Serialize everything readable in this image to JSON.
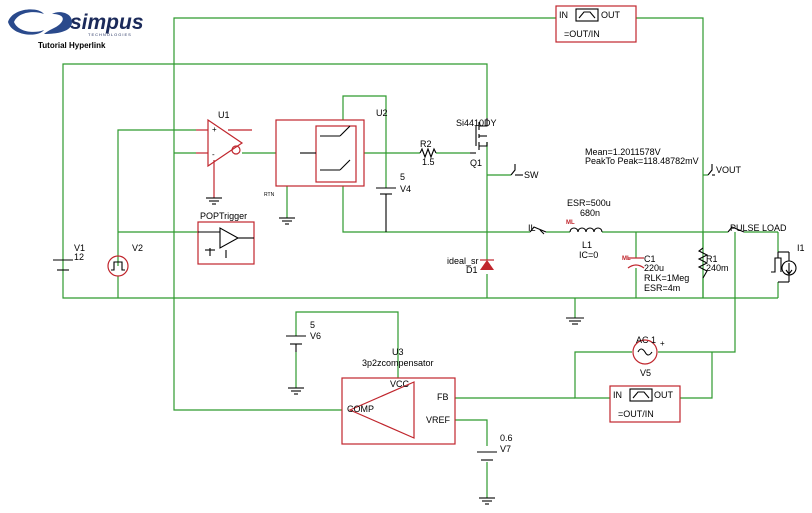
{
  "logo": {
    "brand": "simpus",
    "tagline": "TECHNOLOGIES",
    "tutorial_link": "Tutorial Hyperlink"
  },
  "blocks": {
    "top_block": {
      "in": "IN",
      "out": "OUT",
      "label": "=OUT/IN"
    },
    "bottom_block": {
      "in": "IN",
      "out": "OUT",
      "label": "=OUT/IN"
    },
    "u1": {
      "ref": "U1",
      "plus": "+",
      "minus": "-"
    },
    "u2": {
      "ref": "U2",
      "rtn": "RTN"
    },
    "pop": {
      "label": "POPTrigger"
    },
    "u3": {
      "ref": "U3",
      "name": "3p2zcompensator",
      "vcc": "VCC",
      "comp": "COMP",
      "fb": "FB",
      "vref": "VREF"
    }
  },
  "components": {
    "v1": {
      "ref": "V1",
      "value": "12"
    },
    "v2": {
      "ref": "V2"
    },
    "r2": {
      "ref": "R2",
      "value": "1.5"
    },
    "v4": {
      "ref": "V4",
      "value": "5"
    },
    "q1": {
      "ref": "Q1",
      "part": "Si4410DY"
    },
    "d1": {
      "ref": "D1",
      "part": "ideal_sr"
    },
    "l1": {
      "ref": "L1",
      "esr": "ESR=500u",
      "value": "680n",
      "ic": "IC=0",
      "marker": "ML"
    },
    "c1": {
      "ref": "C1",
      "value": "220u",
      "rlk": "RLK=1Meg",
      "esr": "ESR=4m",
      "marker": "ML"
    },
    "r1": {
      "ref": "R1",
      "value": "240m"
    },
    "i1": {
      "ref": "I1"
    },
    "v5": {
      "ref": "V5",
      "type": "AC 1"
    },
    "v6": {
      "ref": "V6",
      "value": "5"
    },
    "v7": {
      "ref": "V7",
      "value": "0.6"
    }
  },
  "probes": {
    "sw": "SW",
    "vout": "VOUT",
    "il": "IL",
    "pulse": "PULSE LOAD",
    "mean": "Mean=1.2011578V",
    "peak": "PeakTo Peak=118.48782mV"
  }
}
